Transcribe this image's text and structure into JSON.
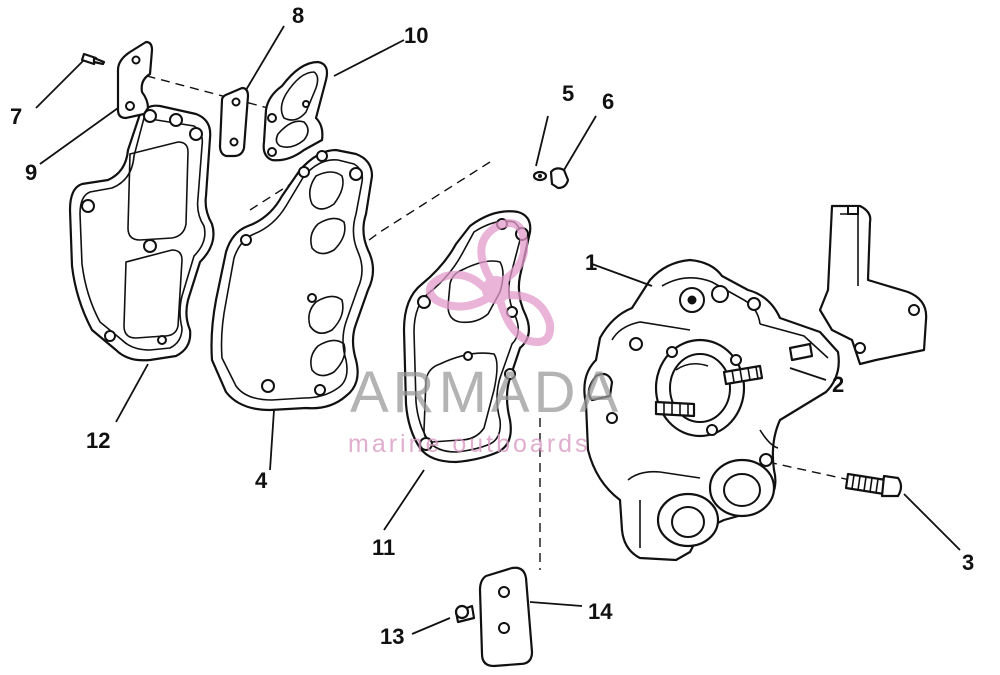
{
  "diagram": {
    "callouts": {
      "c1": "1",
      "c2": "2",
      "c3": "3",
      "c4": "4",
      "c5": "5",
      "c6": "6",
      "c7": "7",
      "c8": "8",
      "c9": "9",
      "c10": "10",
      "c11": "11",
      "c12": "12",
      "c13": "13",
      "c14": "14"
    }
  },
  "watermark": {
    "brand": "ARMADA",
    "tagline": "marine outboards",
    "logo_color": "#e39acb"
  }
}
